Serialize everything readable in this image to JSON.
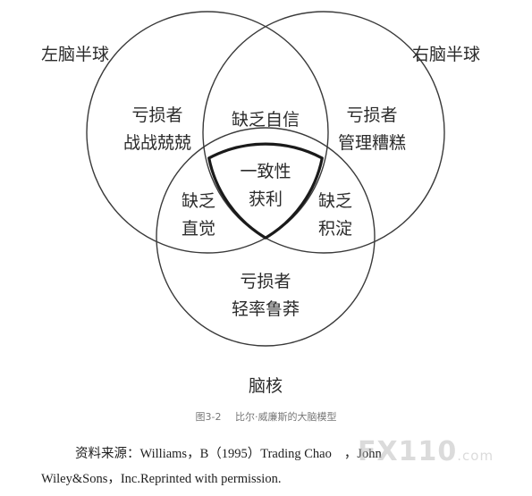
{
  "diagram": {
    "left_hemisphere": "左脑半球",
    "right_hemisphere": "右脑半球",
    "brain_core": "脑核",
    "left_only": [
      "亏损者",
      "战战兢兢"
    ],
    "right_only": [
      "亏损者",
      "管理糟糕"
    ],
    "core_only": [
      "亏损者",
      "轻率鲁莽"
    ],
    "left_right_overlap": [
      "缺乏自信"
    ],
    "left_core_overlap": [
      "缺乏",
      "直觉"
    ],
    "right_core_overlap": [
      "缺乏",
      "积淀"
    ],
    "center": [
      "一致性",
      "获利"
    ]
  },
  "caption": {
    "figure_number": "图3-2",
    "title": "比尔·威廉斯的大脑模型"
  },
  "source": {
    "line1": "资料来源：Williams，B（1995）Trading Chao",
    "line1_tail": "，John",
    "line2": "Wiley&Sons，Inc.Reprinted with permission."
  },
  "watermark": {
    "text": "FX110",
    "suffix": ".com"
  },
  "colors": {
    "circle_stroke": "#3a3a3a",
    "center_stroke": "#1a1a1a",
    "text": "#2b2b2b",
    "caption": "#777777"
  }
}
